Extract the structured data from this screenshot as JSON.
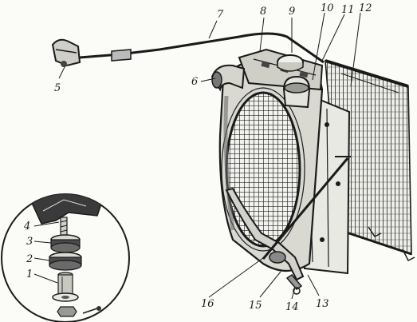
{
  "diagram": {
    "callouts": [
      {
        "id": "1",
        "text": "1"
      },
      {
        "id": "2",
        "text": "2"
      },
      {
        "id": "3",
        "text": "3"
      },
      {
        "id": "4",
        "text": "4"
      },
      {
        "id": "5",
        "text": "5"
      },
      {
        "id": "6",
        "text": "6"
      },
      {
        "id": "7",
        "text": "7"
      },
      {
        "id": "8",
        "text": "8"
      },
      {
        "id": "9",
        "text": "9"
      },
      {
        "id": "10",
        "text": "10"
      },
      {
        "id": "11",
        "text": "11"
      },
      {
        "id": "12",
        "text": "12"
      },
      {
        "id": "13",
        "text": "13"
      },
      {
        "id": "14",
        "text": "14"
      },
      {
        "id": "15",
        "text": "15"
      },
      {
        "id": "16",
        "text": "16"
      }
    ],
    "colors": {
      "ink": "#1a1a1a",
      "paper": "#fbfbf8",
      "shade": "#6a6a6a"
    }
  }
}
